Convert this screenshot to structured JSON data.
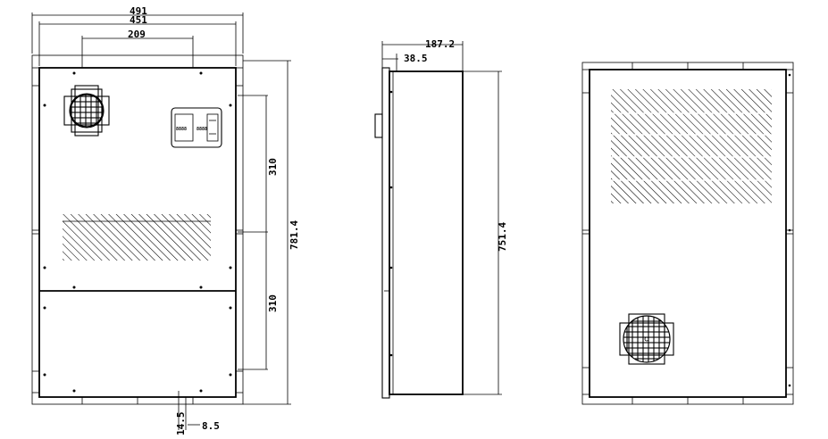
{
  "dimensions": {
    "front_overall_width": "491",
    "front_inner_width": "451",
    "front_top_span": "209",
    "front_height": "781.4",
    "front_upper_section": "310",
    "front_lower_section": "310",
    "front_bottom_left": "14.5",
    "front_bottom_right": "8.5",
    "side_depth": "187.2",
    "side_flange": "38.5",
    "side_height": "751.4"
  },
  "controller": {
    "display_left": "8888",
    "display_right": "8888"
  }
}
